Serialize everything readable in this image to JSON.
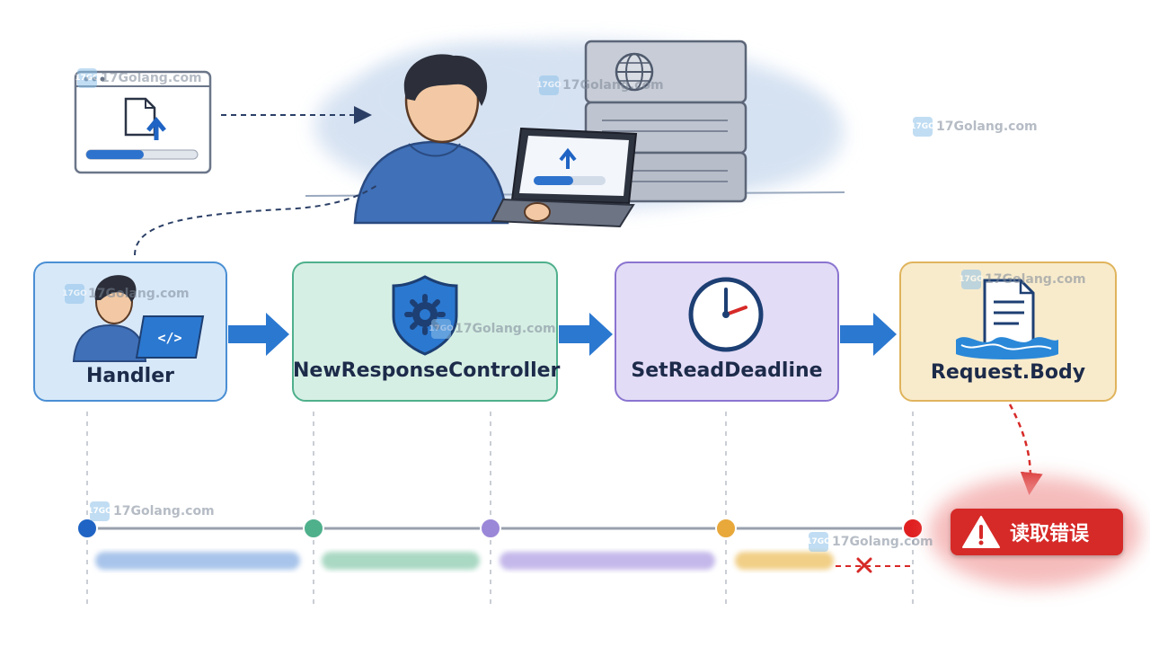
{
  "watermark": {
    "text": "17Golang.com",
    "logo": "17GO"
  },
  "steps": [
    {
      "label": "Handler",
      "icon": "developer-laptop-icon",
      "fill": "#d7e8f8",
      "border": "#4a8fd4"
    },
    {
      "label": "NewResponseController",
      "icon": "shield-gear-icon",
      "fill": "#d6efe4",
      "border": "#4fb08c"
    },
    {
      "label": "SetReadDeadline",
      "icon": "clock-icon",
      "fill": "#e3dcf6",
      "border": "#8a74d0"
    },
    {
      "label": "Request.Body",
      "icon": "document-water-icon",
      "fill": "#f8ebcc",
      "border": "#e0b45c"
    }
  ],
  "error": {
    "label": "读取错误",
    "icon": "warning-icon",
    "color": "#d62a28"
  },
  "timeline": {
    "dot_colors": [
      "#1f64c4",
      "#4fb08c",
      "#9b87d8",
      "#e8a83a",
      "#e02020"
    ],
    "failure_marker": "x-mark-icon"
  },
  "scene": {
    "illustration": "person-uploading-to-server-icon",
    "browser_window": "file-upload-window-icon"
  }
}
